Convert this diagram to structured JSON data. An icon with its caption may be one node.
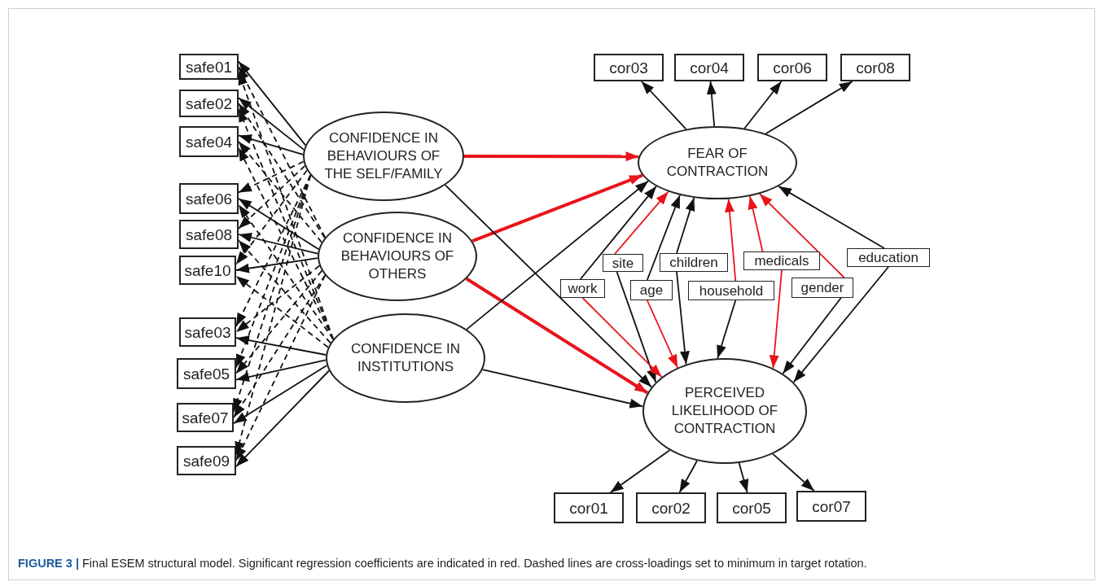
{
  "diagram": {
    "caption": "**FIGURE 3 |** Final ESEM structural model. Significant regression coefficients are indicated in red. Dashed lines are cross-loadings set to minimum in target rotation.",
    "nodes": [
      {
        "text": [
          "safe01"
        ]
      },
      {
        "text": [
          "safe02"
        ]
      },
      {
        "text": [
          "safe04"
        ]
      },
      {
        "text": [
          "safe06"
        ]
      },
      {
        "text": [
          "safe08"
        ]
      },
      {
        "text": [
          "safe10"
        ]
      },
      {
        "text": [
          "safe03"
        ]
      },
      {
        "text": [
          "safe05"
        ]
      },
      {
        "text": [
          "safe07"
        ]
      },
      {
        "text": [
          "safe09"
        ]
      },
      {
        "text": [
          "CONFIDENCE IN BEHAVIOURS OF THE SELF/FAMILY"
        ]
      },
      {
        "text": [
          "CONFIDENCE IN BEHAVIOURS OF OTHERS"
        ]
      },
      {
        "text": [
          "CONFIDENCE IN INSTITUTIONS"
        ]
      },
      {
        "text": [
          "FEAR OF CONTRACTION"
        ]
      },
      {
        "text": [
          "PERCEIVED LIKELIHOOD OF CONTRACTION"
        ]
      },
      {
        "text": [
          "cor03"
        ]
      },
      {
        "text": [
          "cor04"
        ]
      },
      {
        "text": [
          "cor06"
        ]
      },
      {
        "text": [
          "cor08"
        ]
      },
      {
        "text": [
          "cor01"
        ]
      },
      {
        "text": [
          "cor02"
        ]
      },
      {
        "text": [
          "cor05"
        ]
      },
      {
        "text": [
          "cor07"
        ]
      },
      {
        "text": [
          "site"
        ]
      },
      {
        "text": [
          "children"
        ]
      },
      {
        "text": [
          "medicals"
        ]
      },
      {
        "text": [
          "education"
        ]
      },
      {
        "text": [
          "work"
        ]
      },
      {
        "text": [
          "age"
        ]
      },
      {
        "text": [
          "household"
        ]
      },
      {
        "text": [
          "gender"
        ]
      }
    ],
    "edges": [
      {
        "from": 10,
        "to": 0,
        "arrow": "to"
      },
      {
        "from": 10,
        "to": 1,
        "arrow": "to"
      },
      {
        "from": 10,
        "to": 2,
        "arrow": "to"
      },
      {
        "from": 10,
        "to": 3,
        "arrow": "to",
        "style": "dashed"
      },
      {
        "from": 10,
        "to": 4,
        "arrow": "to",
        "style": "dashed"
      },
      {
        "from": 10,
        "to": 5,
        "arrow": "to",
        "style": "dashed"
      },
      {
        "from": 10,
        "to": 6,
        "arrow": "to",
        "style": "dashed"
      },
      {
        "from": 10,
        "to": 7,
        "arrow": "to",
        "style": "dashed"
      },
      {
        "from": 10,
        "to": 8,
        "arrow": "to",
        "style": "dashed"
      },
      {
        "from": 10,
        "to": 9,
        "arrow": "to",
        "style": "dashed"
      },
      {
        "from": 11,
        "to": 0,
        "arrow": "to",
        "style": "dashed"
      },
      {
        "from": 11,
        "to": 1,
        "arrow": "to",
        "style": "dashed"
      },
      {
        "from": 11,
        "to": 2,
        "arrow": "to",
        "style": "dashed"
      },
      {
        "from": 11,
        "to": 3,
        "arrow": "to"
      },
      {
        "from": 11,
        "to": 4,
        "arrow": "to"
      },
      {
        "from": 11,
        "to": 5,
        "arrow": "to"
      },
      {
        "from": 11,
        "to": 6,
        "arrow": "to",
        "style": "dashed"
      },
      {
        "from": 11,
        "to": 7,
        "arrow": "to",
        "style": "dashed"
      },
      {
        "from": 11,
        "to": 8,
        "arrow": "to",
        "style": "dashed"
      },
      {
        "from": 11,
        "to": 9,
        "arrow": "to",
        "style": "dashed"
      },
      {
        "from": 12,
        "to": 0,
        "arrow": "to",
        "style": "dashed"
      },
      {
        "from": 12,
        "to": 1,
        "arrow": "to",
        "style": "dashed"
      },
      {
        "from": 12,
        "to": 2,
        "arrow": "to",
        "style": "dashed"
      },
      {
        "from": 12,
        "to": 3,
        "arrow": "to",
        "style": "dashed"
      },
      {
        "from": 12,
        "to": 4,
        "arrow": "to",
        "style": "dashed"
      },
      {
        "from": 12,
        "to": 5,
        "arrow": "to",
        "style": "dashed"
      },
      {
        "from": 12,
        "to": 6,
        "arrow": "to"
      },
      {
        "from": 12,
        "to": 7,
        "arrow": "to"
      },
      {
        "from": 12,
        "to": 8,
        "arrow": "to"
      },
      {
        "from": 12,
        "to": 9,
        "arrow": "to"
      },
      {
        "from": 10,
        "to": 13,
        "arrow": "to",
        "style": "thick",
        "color": "#e8141b"
      },
      {
        "from": 11,
        "to": 13,
        "arrow": "to",
        "style": "thick",
        "color": "#e8141b"
      },
      {
        "from": 11,
        "to": 14,
        "arrow": "to",
        "style": "thick",
        "color": "#e8141b"
      },
      {
        "from": 10,
        "to": 14,
        "arrow": "to"
      },
      {
        "from": 12,
        "to": 13,
        "arrow": "to"
      },
      {
        "from": 12,
        "to": 14,
        "arrow": "to"
      },
      {
        "from": 13,
        "to": 15,
        "arrow": "to"
      },
      {
        "from": 13,
        "to": 16,
        "arrow": "to"
      },
      {
        "from": 13,
        "to": 17,
        "arrow": "to"
      },
      {
        "from": 13,
        "to": 18,
        "arrow": "to"
      },
      {
        "from": 14,
        "to": 19,
        "arrow": "to"
      },
      {
        "from": 14,
        "to": 20,
        "arrow": "to"
      },
      {
        "from": 14,
        "to": 21,
        "arrow": "to"
      },
      {
        "from": 14,
        "to": 22,
        "arrow": "to"
      },
      {
        "from": 23,
        "to": 13,
        "arrow": "to",
        "color": "#e8141b"
      },
      {
        "from": 23,
        "to": 14,
        "arrow": "to"
      },
      {
        "from": 24,
        "to": 13,
        "arrow": "to"
      },
      {
        "from": 24,
        "to": 14,
        "arrow": "to"
      },
      {
        "from": 25,
        "to": 13,
        "arrow": "to",
        "color": "#e8141b"
      },
      {
        "from": 25,
        "to": 14,
        "arrow": "to",
        "color": "#e8141b"
      },
      {
        "from": 26,
        "to": 13,
        "arrow": "to"
      },
      {
        "from": 26,
        "to": 14,
        "arrow": "to"
      },
      {
        "from": 27,
        "to": 13,
        "arrow": "to"
      },
      {
        "from": 27,
        "to": 14,
        "arrow": "to",
        "color": "#e8141b"
      },
      {
        "from": 28,
        "to": 13,
        "arrow": "to"
      },
      {
        "from": 28,
        "to": 14,
        "arrow": "to",
        "color": "#e8141b"
      },
      {
        "from": 29,
        "to": 13,
        "arrow": "to",
        "color": "#e8141b"
      },
      {
        "from": 29,
        "to": 14,
        "arrow": "to"
      },
      {
        "from": 30,
        "to": 13,
        "arrow": "to",
        "color": "#e8141b"
      },
      {
        "from": 30,
        "to": 14,
        "arrow": "to"
      }
    ]
  }
}
